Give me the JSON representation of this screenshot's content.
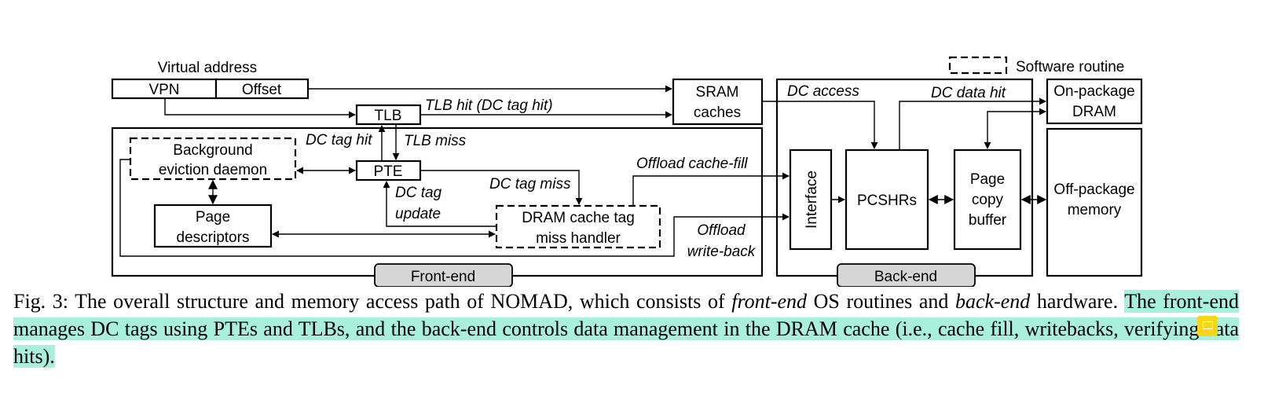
{
  "diagram": {
    "legend": {
      "software_routine_label": "Software routine"
    },
    "virtual_address": {
      "title": "Virtual address",
      "vpn": "VPN",
      "offset": "Offset"
    },
    "nodes": {
      "tlb": "TLB",
      "pte": "PTE",
      "sram_line1": "SRAM",
      "sram_line2": "caches",
      "bg_daemon_line1": "Background",
      "bg_daemon_line2": "eviction daemon",
      "page_desc_line1": "Page",
      "page_desc_line2": "descriptors",
      "dram_handler_line1": "DRAM cache tag",
      "dram_handler_line2": "miss handler",
      "interface": "Interface",
      "pcshrs": "PCSHRs",
      "page_copy_line1": "Page",
      "page_copy_line2": "copy",
      "page_copy_line3": "buffer",
      "onpkg_line1": "On-package",
      "onpkg_line2": "DRAM",
      "offpkg_line1": "Off-package",
      "offpkg_line2": "memory"
    },
    "edge_labels": {
      "tlb_hit": "TLB hit (DC tag hit)",
      "dc_tag_hit": "DC tag hit",
      "tlb_miss": "TLB miss",
      "dc_tag_miss": "DC tag miss",
      "dc_tag_update_line1": "DC tag",
      "dc_tag_update_line2": "update",
      "offload_fill": "Offload cache-fill",
      "offload_wb_line1": "Offload",
      "offload_wb_line2": "write-back",
      "dc_access": "DC access",
      "dc_data_hit": "DC data hit"
    },
    "groups": {
      "front_end": "Front-end",
      "back_end": "Back-end"
    }
  },
  "caption": {
    "prefix": "Fig. 3: The overall structure and memory access path of NOMAD, which consists of ",
    "front_end_em": "front-end",
    "middle": " OS routines and ",
    "back_end_em": "back-end",
    "suffix": " hardware. ",
    "highlighted": "The front-end manages DC tags using PTEs and TLBs, and the back-end controls data management in the DRAM cache (i.e., cache fill, writebacks, verifying data hits)."
  },
  "colors": {
    "highlight": "#a8f0dc",
    "comment_icon": "#f7d51d",
    "group_tab": "#d6d6d6"
  },
  "icons": {
    "comment": "comment-icon"
  }
}
